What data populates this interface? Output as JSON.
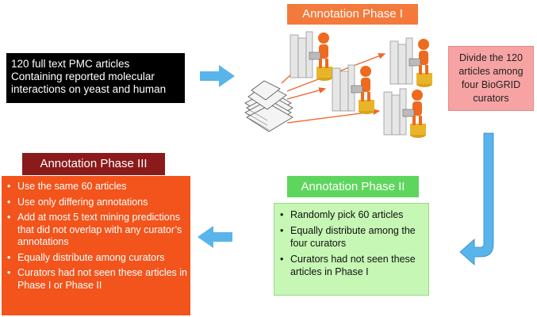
{
  "source": {
    "lines": [
      "120 full text PMC articles",
      "Containing reported molecular",
      "interactions on yeast and human"
    ]
  },
  "phase1": {
    "title": "Annotation Phase I"
  },
  "divide": {
    "lines": [
      "Divide the 120",
      "articles among",
      "four BioGRID",
      "curators"
    ]
  },
  "phase2": {
    "title": "Annotation Phase II",
    "items": [
      "Randomly pick 60 articles",
      "Equally distribute among the four curators",
      "Curators had not seen these articles in Phase I"
    ]
  },
  "phase3": {
    "title": "Annotation Phase III",
    "items": [
      "Use the same 60 articles",
      "Use only differing annotations",
      "Add at most 5 text mining predictions that did not overlap with any curator’s annotations",
      "Equally distribute among curators",
      "Curators had not seen these articles in Phase I or Phase II"
    ]
  },
  "colors": {
    "phase1": "#f47a3c",
    "phase2": "#5ed65e",
    "phase3_title": "#8b1a1a",
    "phase3_box": "#f2541b",
    "divide": "#f7a3a3",
    "arrow": "#5ab4ec",
    "line_arrow": "#f0642a"
  },
  "icons": [
    "paper-stack-icon",
    "curator-at-desk-icon",
    "blue-block-arrow-icon",
    "bent-arrow-icon"
  ]
}
